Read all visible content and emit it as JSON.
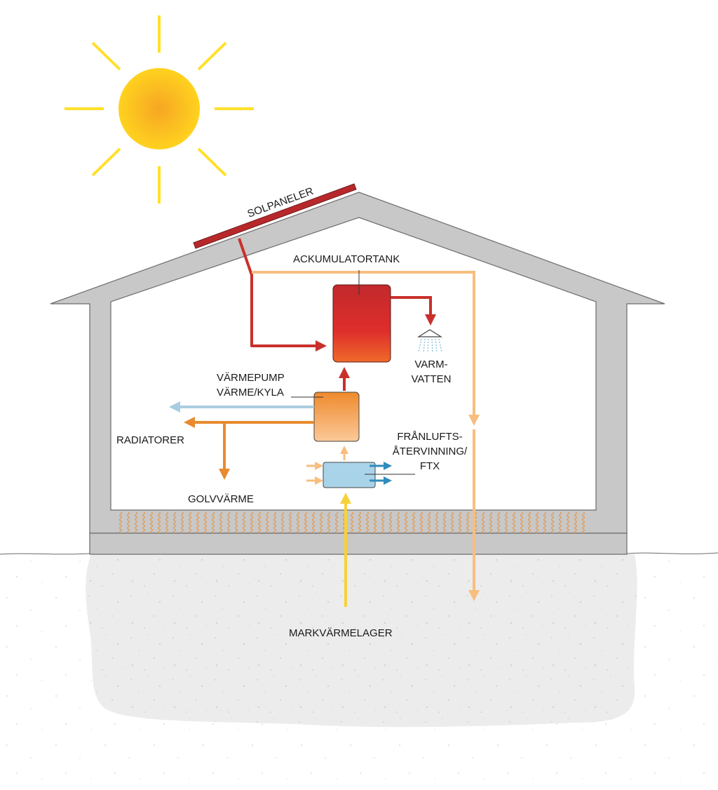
{
  "labels": {
    "solar_panels": "SOLPANELER",
    "accumulator_tank": "ACKUMULATORTANK",
    "hot_water_line1": "VARM-",
    "hot_water_line2": "VATTEN",
    "heat_pump_line1": "VÄRMEPUMP",
    "heat_pump_line2": "VÄRME/KYLA",
    "radiators": "RADIATORER",
    "floor_heating": "GOLVVÄRME",
    "ftx_line1": "FRÅNLUFTS-",
    "ftx_line2": "ÅTERVINNING/",
    "ftx_line3": "FTX",
    "ground_storage": "MARKVÄRMELAGER"
  },
  "colors": {
    "sun_core": "#f6a623",
    "sun_edge": "#ffd21f",
    "sun_rays": "#ffe02a",
    "house_wall": "#c8c8c8",
    "house_outline": "#6b6b6b",
    "solar_panel": "#b8282b",
    "hot_pipe": "#c9302c",
    "warm_pipe": "#e88b2e",
    "cold_pipe": "#a9cde0",
    "exhaust_pipe": "#f7be80",
    "ground_pipe": "#f6d23a",
    "ftx_out": "#2f8cbc",
    "ground": "#ececec"
  },
  "icons": [
    "sun-icon",
    "shower-icon"
  ]
}
